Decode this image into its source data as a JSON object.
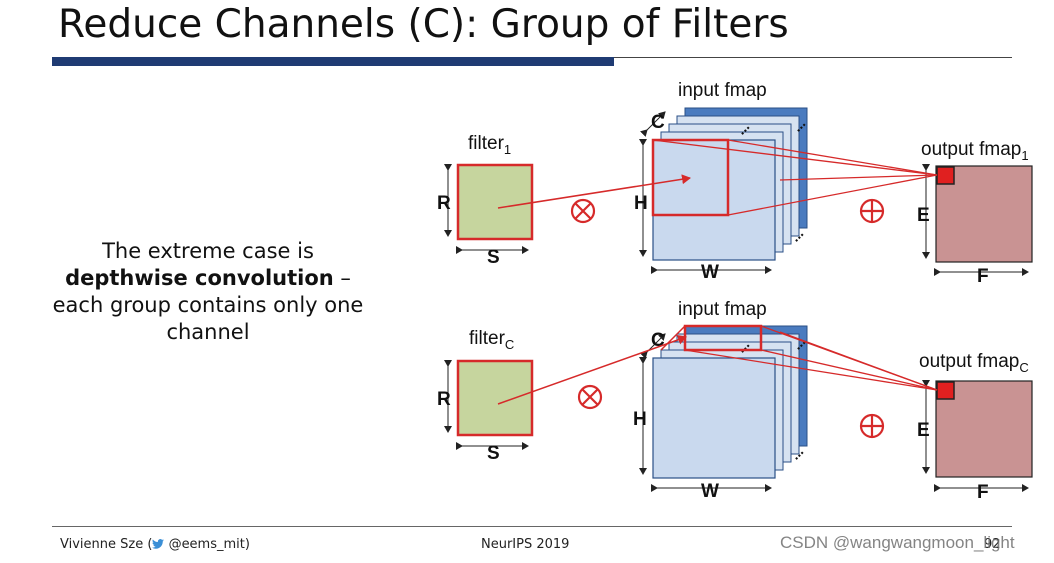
{
  "slide": {
    "title": "Reduce Channels (C): Group of Filters",
    "body": {
      "line1": "The extreme case is",
      "bold": "depthwise convolution",
      "line2_rest": " –",
      "line3": "each group contains only one",
      "line4": "channel"
    }
  },
  "diagram": {
    "top": {
      "filter_label": "filter",
      "filter_sub": "1",
      "input_label": "input fmap",
      "output_label": "output fmap",
      "output_sub": "1"
    },
    "bottom": {
      "filter_label": "filter",
      "filter_sub": "C",
      "input_label": "input fmap",
      "output_label": "output fmap",
      "output_sub": "C"
    },
    "dims": {
      "R": "R",
      "S": "S",
      "C": "C",
      "H": "H",
      "W": "W",
      "E": "E",
      "F": "F"
    },
    "operators": {
      "conv": "⊗",
      "sum": "⊕"
    },
    "colors": {
      "filter_fill": "#c6d59e",
      "fmap_fill": "#c9d9ee",
      "fmap_back": "#4a7bbf",
      "output_fill": "#c99393",
      "highlight": "#d62a2a"
    }
  },
  "footer": {
    "author": "Vivienne Sze (",
    "handle": "@eems_mit)",
    "twitter_icon": "twitter-bird-icon",
    "conference": "NeurIPS 2019",
    "page": "92"
  },
  "watermark": "CSDN @wangwangmoon_light"
}
